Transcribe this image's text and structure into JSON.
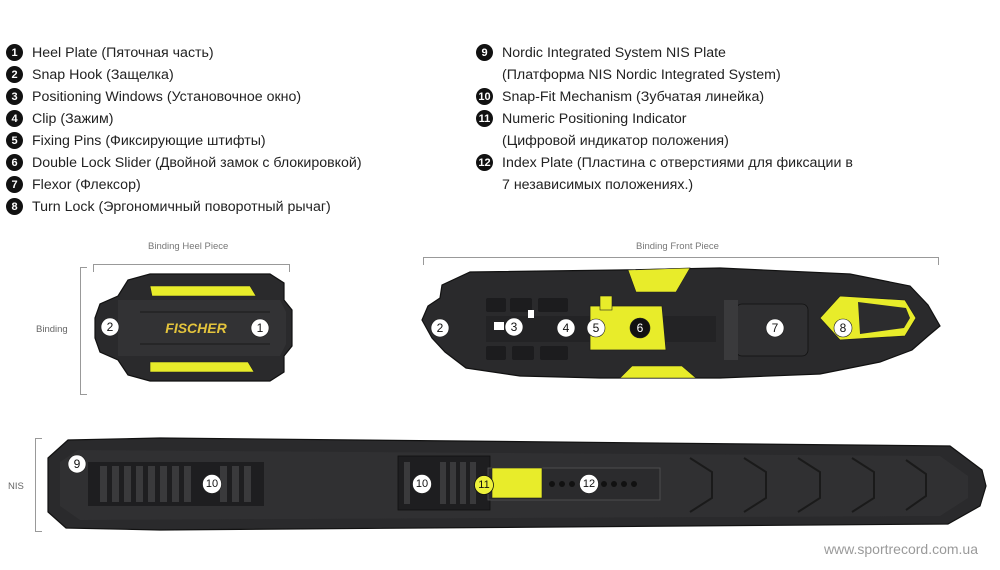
{
  "legend_left": [
    {
      "num": "1",
      "text": "Heel Plate (Пяточная часть)"
    },
    {
      "num": "2",
      "text": "Snap Hook (Защелка)"
    },
    {
      "num": "3",
      "text": "Positioning Windows (Установочное окно)"
    },
    {
      "num": "4",
      "text": "Clip (Зажим)"
    },
    {
      "num": "5",
      "text": "Fixing Pins (Фиксирующие штифты)"
    },
    {
      "num": "6",
      "text": "Double Lock Slider (Двойной замок с блокировкой)"
    },
    {
      "num": "7",
      "text": "Flexor (Флексор)"
    },
    {
      "num": "8",
      "text": "Turn Lock (Эргономичный поворотный рычаг)"
    }
  ],
  "legend_right": [
    {
      "num": "9",
      "line1": "Nordic Integrated System NIS Plate",
      "line2": "(Платформа NIS Nordic Integrated System)"
    },
    {
      "num": "10",
      "line1": "Snap-Fit Mechanism (Зубчатая линейка)",
      "line2": ""
    },
    {
      "num": "11",
      "line1": "Numeric Positioning Indicator",
      "line2": "(Цифровой индикатор положения)"
    },
    {
      "num": "12",
      "line1": "Index Plate (Пластина с отверстиями для фиксации в",
      "line2": "7 независимых положениях.)"
    }
  ],
  "captions": {
    "heel_piece": "Binding Heel Piece",
    "front_piece": "Binding Front Piece",
    "binding_side": "Binding",
    "nis_side": "NIS"
  },
  "diagram": {
    "brand": "FISCHER",
    "callouts": {
      "heel_1": "1",
      "heel_2": "2",
      "front_2": "2",
      "front_3": "3",
      "front_4": "4",
      "front_5": "5",
      "front_6": "6",
      "front_7": "7",
      "front_8": "8",
      "nis_9": "9",
      "nis_10a": "10",
      "nis_10b": "10",
      "nis_11": "11",
      "nis_12": "12"
    }
  },
  "colors": {
    "accent_yellow": "#e8ec2a",
    "body_dark": "#2a2a2c",
    "outline": "#111111"
  },
  "watermark": "www.sportrecord.com.ua"
}
